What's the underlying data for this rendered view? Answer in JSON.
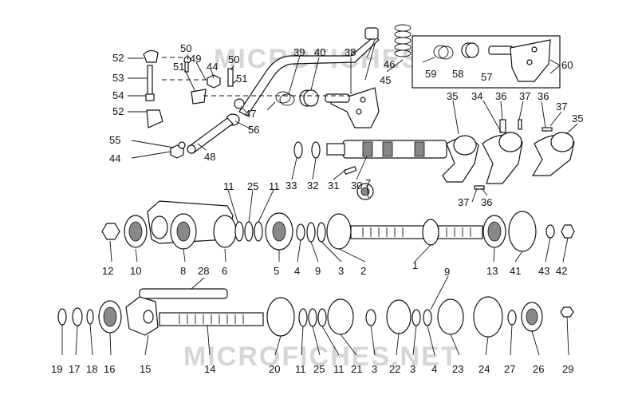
{
  "diagram": {
    "watermarks": [
      "MICROFICHES.NET",
      "MICROFICHES.NET"
    ],
    "part_labels": [
      "1",
      "2",
      "3",
      "3",
      "3",
      "4",
      "4",
      "5",
      "6",
      "7",
      "8",
      "9",
      "9",
      "10",
      "11",
      "11",
      "11",
      "11",
      "12",
      "13",
      "14",
      "15",
      "16",
      "17",
      "18",
      "19",
      "20",
      "21",
      "22",
      "23",
      "24",
      "25",
      "25",
      "26",
      "27",
      "28",
      "29",
      "30",
      "31",
      "32",
      "33",
      "34",
      "35",
      "35",
      "36",
      "36",
      "36",
      "37",
      "37",
      "37",
      "38",
      "39",
      "40",
      "41",
      "42",
      "43",
      "44",
      "44",
      "45",
      "46",
      "47",
      "48",
      "49",
      "50",
      "50",
      "51",
      "51",
      "52",
      "52",
      "53",
      "54",
      "55",
      "56",
      "57",
      "58",
      "59",
      "60"
    ]
  }
}
